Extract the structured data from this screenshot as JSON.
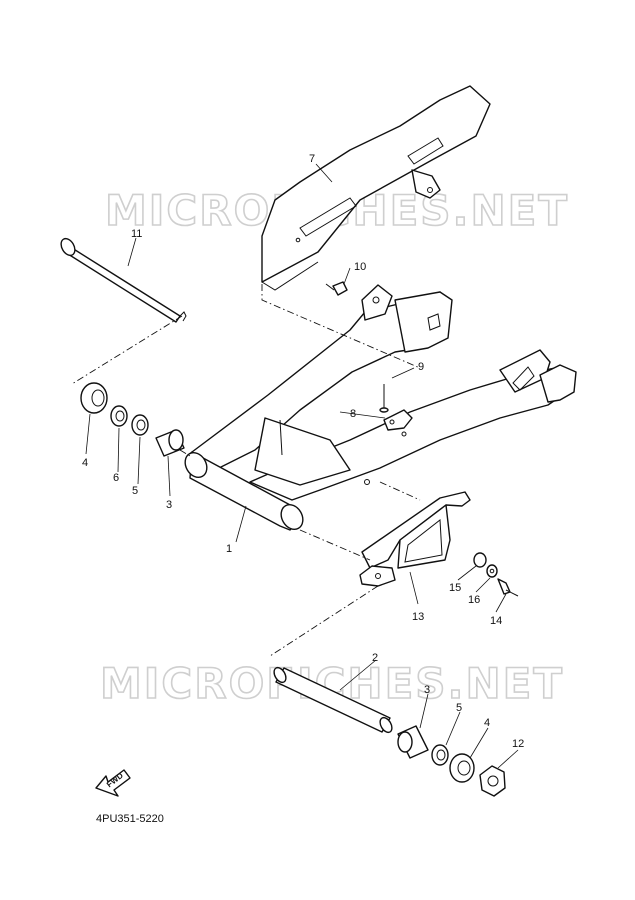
{
  "watermark": [
    "MICROFICHES.NET",
    "MICROFICHES.NET"
  ],
  "diagram_code": "4PU351-5220",
  "direction_label": "FWD",
  "callouts": {
    "swingarm": "1",
    "pivot_shaft": "2",
    "collar_upper": "3",
    "collar_lower": "3",
    "bearing_upper": "4",
    "bearing_lower": "4",
    "washer_upper": "5",
    "washer_lower": "5",
    "oil_seal": "6",
    "chain_case": "7",
    "clamp": "8",
    "rivet": "9",
    "case_bolt": "10",
    "pivot_bolt": "11",
    "nut": "12",
    "chain_guard": "13",
    "guard_bolt": "14",
    "guard_collar": "15",
    "guard_washer": "16"
  }
}
